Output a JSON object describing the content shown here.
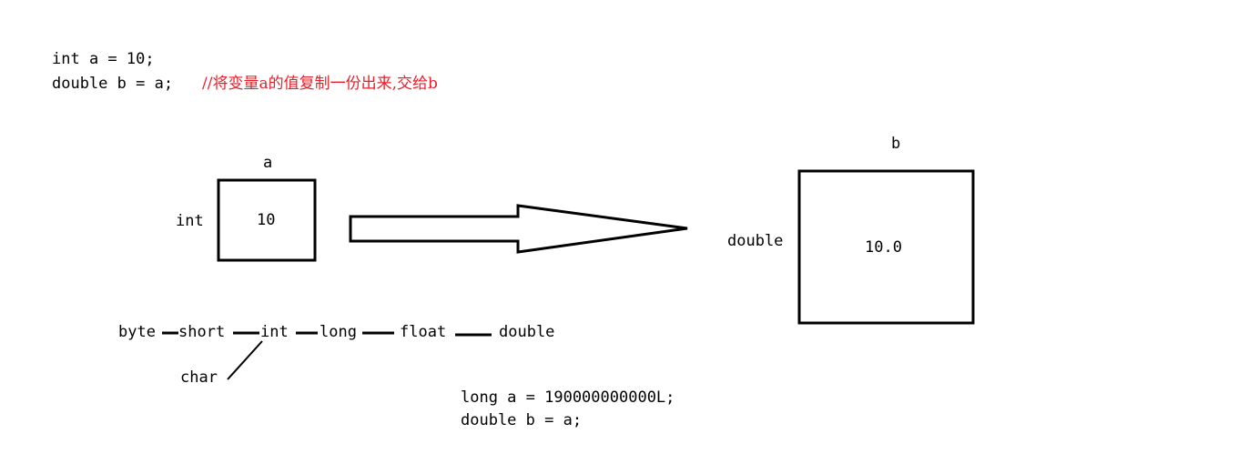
{
  "code_top": {
    "line1": "int a = 10;",
    "line2": "double b = a;",
    "comment": "//将变量a的值复制一份出来,交给b"
  },
  "var_a": {
    "name": "a",
    "type": "int",
    "value": "10"
  },
  "var_b": {
    "name": "b",
    "type": "double",
    "value": "10.0"
  },
  "type_chain": {
    "byte": "byte",
    "short": "short",
    "int": "int",
    "long": "long",
    "float": "float",
    "double": "double",
    "char": "char"
  },
  "code_bottom": {
    "line1": "long a = 190000000000L;",
    "line2": "double b = a;"
  },
  "colors": {
    "ink": "#000000",
    "comment": "#e8202a"
  }
}
